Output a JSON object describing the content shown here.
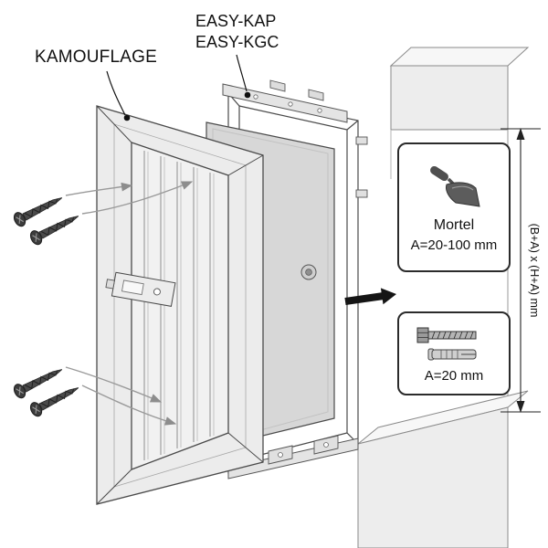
{
  "diagram": {
    "part_labels": {
      "kamouflage": "KAMOUFLAGE",
      "easy_line1": "EASY-KAP",
      "easy_line2": "EASY-KGC"
    },
    "callouts": {
      "mortar": {
        "icon": "trowel-icon",
        "title": "Mortel",
        "value": "A=20-100 mm"
      },
      "anchor": {
        "icon": "bolt-anchor-icon",
        "value": "A=20 mm"
      }
    },
    "dimension": {
      "label": "(B+A) x (H+A) mm"
    },
    "colors": {
      "outline": "#4a4a4a",
      "wall_fill": "#ededed",
      "wall_top_fill": "#f7f7f7",
      "panel_fill": "#d7d7d7",
      "frame_fill": "#ececec",
      "opening_fill": "#f1f1f1",
      "screw_fill": "#3c3c3c",
      "exploded_arrow_fill": "#151515",
      "callout_border": "#2b2b2b",
      "background": "#ffffff"
    }
  }
}
